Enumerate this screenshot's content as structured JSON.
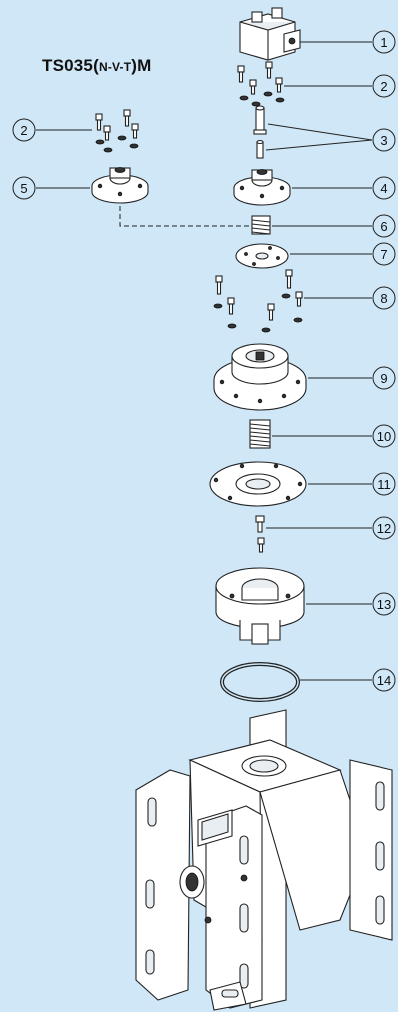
{
  "title": {
    "main": "TS035(",
    "model_letters": "N-V-T",
    "suffix": ")M"
  },
  "callouts": [
    {
      "number": "1",
      "part": "solenoid-coil-connector"
    },
    {
      "number": "2",
      "part": "bolts-and-washers-right"
    },
    {
      "number": "2",
      "part": "bolts-and-washers-left"
    },
    {
      "number": "3",
      "part": "plunger-and-stem"
    },
    {
      "number": "4",
      "part": "solenoid-base-flange"
    },
    {
      "number": "5",
      "part": "alternate-base-flange"
    },
    {
      "number": "6",
      "part": "spring-small"
    },
    {
      "number": "7",
      "part": "pilot-plate"
    },
    {
      "number": "8",
      "part": "cover-bolts-and-washers"
    },
    {
      "number": "9",
      "part": "valve-cover"
    },
    {
      "number": "10",
      "part": "main-spring"
    },
    {
      "number": "11",
      "part": "diaphragm-assembly"
    },
    {
      "number": "12",
      "part": "screws"
    },
    {
      "number": "13",
      "part": "valve-body-upper"
    },
    {
      "number": "14",
      "part": "o-ring"
    }
  ],
  "colors": {
    "background": "#cfe7f6",
    "line": "#222222",
    "fill": "#ffffff"
  }
}
